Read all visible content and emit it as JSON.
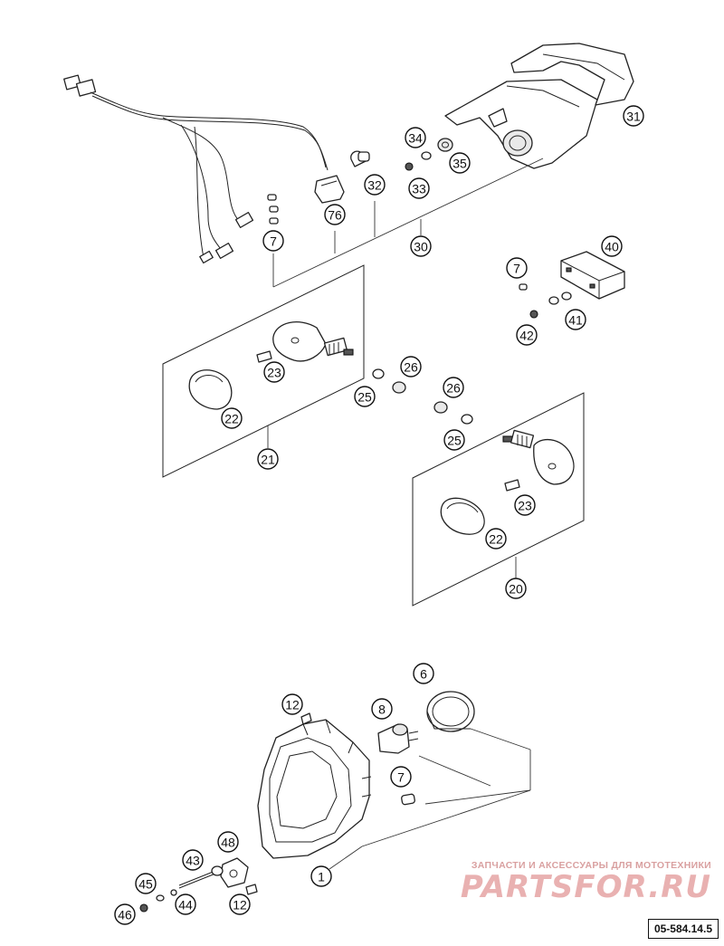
{
  "callouts": [
    {
      "id": "c31",
      "label": "31"
    },
    {
      "id": "c34",
      "label": "34"
    },
    {
      "id": "c35",
      "label": "35"
    },
    {
      "id": "c33",
      "label": "33"
    },
    {
      "id": "c32",
      "label": "32"
    },
    {
      "id": "c76",
      "label": "76"
    },
    {
      "id": "c30",
      "label": "30"
    },
    {
      "id": "c7a",
      "label": "7"
    },
    {
      "id": "c40",
      "label": "40"
    },
    {
      "id": "c7b",
      "label": "7"
    },
    {
      "id": "c41",
      "label": "41"
    },
    {
      "id": "c42",
      "label": "42"
    },
    {
      "id": "c23a",
      "label": "23"
    },
    {
      "id": "c26a",
      "label": "26"
    },
    {
      "id": "c25a",
      "label": "25"
    },
    {
      "id": "c22a",
      "label": "22"
    },
    {
      "id": "c21",
      "label": "21"
    },
    {
      "id": "c26b",
      "label": "26"
    },
    {
      "id": "c25b",
      "label": "25"
    },
    {
      "id": "c23b",
      "label": "23"
    },
    {
      "id": "c22b",
      "label": "22"
    },
    {
      "id": "c20",
      "label": "20"
    },
    {
      "id": "c6",
      "label": "6"
    },
    {
      "id": "c12a",
      "label": "12"
    },
    {
      "id": "c8",
      "label": "8"
    },
    {
      "id": "c7c",
      "label": "7"
    },
    {
      "id": "c48",
      "label": "48"
    },
    {
      "id": "c43",
      "label": "43"
    },
    {
      "id": "c1",
      "label": "1"
    },
    {
      "id": "c45",
      "label": "45"
    },
    {
      "id": "c44",
      "label": "44"
    },
    {
      "id": "c12b",
      "label": "12"
    },
    {
      "id": "c46",
      "label": "46"
    }
  ],
  "watermark": {
    "tagline": "ЗАПЧАСТИ И АКСЕССУАРЫ ДЛЯ МОТОТЕХНИКИ",
    "brand": "PARTSFOR.RU"
  },
  "document_code": "05-584.14.5"
}
